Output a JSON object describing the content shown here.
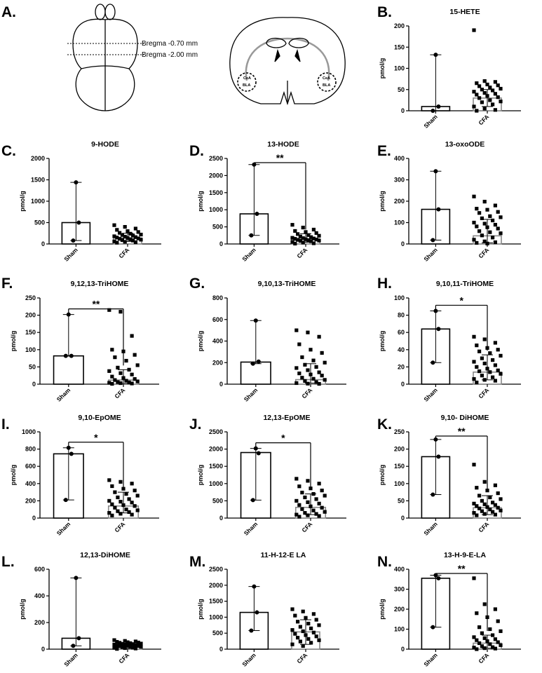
{
  "panel_a": {
    "label": "A.",
    "bregma_1": "Bregma -0.70 mm",
    "bregma_2": "Bregma -2.00 mm",
    "region_cea": "CeA",
    "region_bla": "BLA"
  },
  "y_axis_label": "pmol/g",
  "chart_data": [
    {
      "label": "B.",
      "type": "bar",
      "title": "15-HETE",
      "categories": [
        "Sham",
        "CFA"
      ],
      "ylim": [
        0,
        200
      ],
      "yticks": [
        0,
        50,
        100,
        150,
        200
      ],
      "means": [
        10,
        30
      ],
      "sham_points": [
        132,
        10,
        0
      ],
      "sham_err": [
        0,
        132
      ],
      "cfa_points": [
        190,
        70,
        68,
        65,
        62,
        60,
        58,
        55,
        52,
        50,
        48,
        45,
        42,
        40,
        38,
        35,
        32,
        30,
        25,
        22,
        20,
        15,
        10,
        5,
        2,
        0
      ],
      "cfa_err": [
        10,
        50
      ],
      "sig": ""
    },
    {
      "label": "C.",
      "type": "bar",
      "title": "9-HODE",
      "categories": [
        "Sham",
        "CFA"
      ],
      "ylim": [
        0,
        2000
      ],
      "yticks": [
        0,
        500,
        1000,
        1500,
        2000
      ],
      "means": [
        500,
        140
      ],
      "sham_points": [
        1440,
        500,
        80
      ],
      "sham_err": [
        80,
        1440
      ],
      "cfa_points": [
        440,
        400,
        360,
        330,
        300,
        280,
        260,
        240,
        220,
        210,
        200,
        180,
        170,
        160,
        150,
        140,
        130,
        120,
        110,
        100,
        90,
        80,
        60,
        50,
        40,
        30
      ],
      "cfa_err": [
        60,
        250
      ],
      "sig": ""
    },
    {
      "label": "D.",
      "type": "bar",
      "title": "13-HODE",
      "categories": [
        "Sham",
        "CFA"
      ],
      "ylim": [
        0,
        2500
      ],
      "yticks": [
        0,
        500,
        1000,
        1500,
        2000,
        2500
      ],
      "means": [
        880,
        150
      ],
      "sham_points": [
        2320,
        880,
        250
      ],
      "sham_err": [
        250,
        2320
      ],
      "cfa_points": [
        560,
        480,
        420,
        380,
        350,
        320,
        290,
        260,
        240,
        220,
        200,
        180,
        170,
        160,
        150,
        140,
        130,
        120,
        110,
        100,
        90,
        80,
        60,
        40,
        20,
        10
      ],
      "cfa_err": [
        50,
        300
      ],
      "sig": "**"
    },
    {
      "label": "E.",
      "type": "bar",
      "title": "13-oxoODE",
      "categories": [
        "Sham",
        "CFA"
      ],
      "ylim": [
        0,
        400
      ],
      "yticks": [
        0,
        100,
        200,
        300,
        400
      ],
      "means": [
        162,
        38
      ],
      "sham_points": [
        340,
        162,
        18
      ],
      "sham_err": [
        18,
        340
      ],
      "cfa_points": [
        222,
        198,
        180,
        165,
        160,
        150,
        145,
        130,
        125,
        120,
        110,
        100,
        95,
        90,
        82,
        78,
        72,
        60,
        55,
        50,
        40,
        30,
        20,
        12,
        8,
        5,
        2
      ],
      "cfa_err": [
        5,
        115
      ],
      "sig": ""
    },
    {
      "label": "F.",
      "type": "bar",
      "title": "9,12,13-TriHOME",
      "categories": [
        "Sham",
        "CFA"
      ],
      "ylim": [
        0,
        250
      ],
      "yticks": [
        0,
        50,
        100,
        150,
        200,
        250
      ],
      "means": [
        82,
        12
      ],
      "sham_points": [
        202,
        82,
        82
      ],
      "sham_err": [
        82,
        202
      ],
      "cfa_points": [
        215,
        210,
        140,
        100,
        95,
        85,
        78,
        68,
        55,
        48,
        42,
        38,
        32,
        28,
        22,
        18,
        15,
        12,
        10,
        8,
        6,
        5,
        4,
        3,
        2,
        1
      ],
      "cfa_err": [
        2,
        42
      ],
      "sig": "**"
    },
    {
      "label": "G.",
      "type": "bar",
      "title": "9,10,13-TriHOME",
      "categories": [
        "Sham",
        "CFA"
      ],
      "ylim": [
        0,
        800
      ],
      "yticks": [
        0,
        200,
        400,
        600,
        800
      ],
      "means": [
        205,
        42
      ],
      "sham_points": [
        590,
        210,
        190
      ],
      "sham_err": [
        190,
        590
      ],
      "cfa_points": [
        500,
        480,
        440,
        370,
        320,
        290,
        250,
        220,
        200,
        180,
        160,
        150,
        130,
        110,
        100,
        90,
        80,
        60,
        50,
        40,
        30,
        20,
        10,
        5,
        3
      ],
      "cfa_err": [
        10,
        190
      ],
      "sig": ""
    },
    {
      "label": "H.",
      "type": "bar",
      "title": "9,10,11-TriHOME",
      "categories": [
        "Sham",
        "CFA"
      ],
      "ylim": [
        0,
        100
      ],
      "yticks": [
        0,
        20,
        40,
        60,
        80,
        100
      ],
      "means": [
        64,
        14
      ],
      "sham_points": [
        85,
        64,
        25
      ],
      "sham_err": [
        25,
        85
      ],
      "cfa_points": [
        55,
        52,
        48,
        45,
        42,
        40,
        38,
        36,
        33,
        30,
        28,
        26,
        24,
        22,
        20,
        18,
        16,
        15,
        14,
        12,
        10,
        8,
        6,
        5,
        4,
        2
      ],
      "cfa_err": [
        5,
        34
      ],
      "sig": "*"
    },
    {
      "label": "I.",
      "type": "bar",
      "title": "9,10-EpOME",
      "categories": [
        "Sham",
        "CFA"
      ],
      "ylim": [
        0,
        1000
      ],
      "yticks": [
        0,
        200,
        400,
        600,
        800,
        1000
      ],
      "means": [
        745,
        140
      ],
      "sham_points": [
        815,
        745,
        210
      ],
      "sham_err": [
        210,
        815
      ],
      "cfa_points": [
        440,
        420,
        400,
        370,
        340,
        320,
        300,
        280,
        260,
        240,
        220,
        200,
        190,
        180,
        160,
        150,
        140,
        120,
        100,
        90,
        80,
        70,
        60,
        50,
        40,
        30
      ],
      "cfa_err": [
        60,
        300
      ],
      "sig": "*"
    },
    {
      "label": "J.",
      "type": "bar",
      "title": "12,13-EpOME",
      "categories": [
        "Sham",
        "CFA"
      ],
      "ylim": [
        0,
        2500
      ],
      "yticks": [
        0,
        500,
        1000,
        1500,
        2000,
        2500
      ],
      "means": [
        1900,
        310
      ],
      "sham_points": [
        2020,
        1880,
        520
      ],
      "sham_err": [
        520,
        2020
      ],
      "cfa_points": [
        1140,
        1080,
        1000,
        920,
        860,
        800,
        740,
        700,
        650,
        600,
        550,
        500,
        460,
        420,
        380,
        340,
        300,
        260,
        220,
        180,
        150,
        120,
        100,
        80,
        60,
        40
      ],
      "cfa_err": [
        100,
        700
      ],
      "sig": "*"
    },
    {
      "label": "K.",
      "type": "bar",
      "title": "9,10- DiHOME",
      "categories": [
        "Sham",
        "CFA"
      ],
      "ylim": [
        0,
        250
      ],
      "yticks": [
        0,
        50,
        100,
        150,
        200,
        250
      ],
      "means": [
        178,
        30
      ],
      "sham_points": [
        228,
        178,
        68
      ],
      "sham_err": [
        68,
        228
      ],
      "cfa_points": [
        155,
        105,
        95,
        88,
        80,
        72,
        65,
        60,
        55,
        50,
        45,
        42,
        40,
        38,
        35,
        32,
        30,
        28,
        25,
        22,
        20,
        18,
        15,
        12,
        10,
        8
      ],
      "cfa_err": [
        10,
        65
      ],
      "sig": "**"
    },
    {
      "label": "L.",
      "type": "bar",
      "title": "12,13-DiHOME",
      "categories": [
        "Sham",
        "CFA"
      ],
      "ylim": [
        0,
        600
      ],
      "yticks": [
        0,
        200,
        400,
        600
      ],
      "means": [
        82,
        28
      ],
      "sham_points": [
        535,
        82,
        25
      ],
      "sham_err": [
        25,
        535
      ],
      "cfa_points": [
        68,
        62,
        58,
        55,
        52,
        50,
        48,
        45,
        42,
        40,
        38,
        35,
        32,
        30,
        28,
        26,
        24,
        22,
        20,
        18,
        15,
        12,
        10,
        8,
        5,
        2
      ],
      "cfa_err": [
        5,
        45
      ],
      "sig": ""
    },
    {
      "label": "M.",
      "type": "bar",
      "title": "11-H-12-E LA",
      "categories": [
        "Sham",
        "CFA"
      ],
      "ylim": [
        0,
        2500
      ],
      "yticks": [
        0,
        500,
        1000,
        1500,
        2000,
        2500
      ],
      "means": [
        1150,
        540
      ],
      "sham_points": [
        1960,
        1150,
        580
      ],
      "sham_err": [
        580,
        1960
      ],
      "cfa_points": [
        1250,
        1180,
        1100,
        1050,
        980,
        920,
        860,
        800,
        750,
        700,
        650,
        600,
        560,
        520,
        480,
        440,
        400,
        360,
        320,
        280,
        240,
        200,
        150,
        100
      ],
      "cfa_err": [
        150,
        920
      ],
      "sig": ""
    },
    {
      "label": "N.",
      "type": "bar",
      "title": "13-H-9-E-LA",
      "categories": [
        "Sham",
        "CFA"
      ],
      "ylim": [
        0,
        400
      ],
      "yticks": [
        0,
        100,
        200,
        300,
        400
      ],
      "means": [
        355,
        30
      ],
      "sham_points": [
        370,
        355,
        110
      ],
      "sham_err": [
        110,
        370
      ],
      "cfa_points": [
        355,
        225,
        200,
        180,
        160,
        140,
        110,
        100,
        90,
        80,
        70,
        60,
        55,
        50,
        45,
        40,
        35,
        30,
        25,
        20,
        15,
        10,
        8,
        5,
        3,
        0
      ],
      "cfa_err": [
        5,
        70
      ],
      "sig": "**"
    }
  ]
}
